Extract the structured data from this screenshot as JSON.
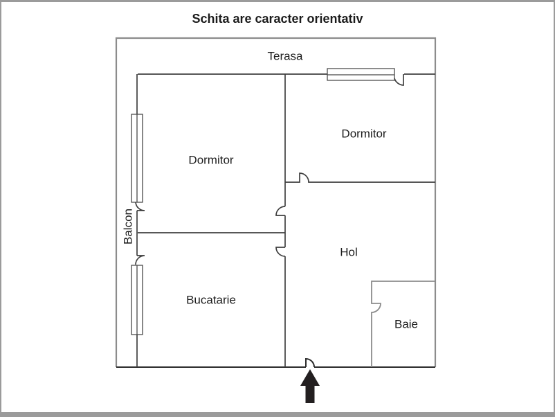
{
  "title": "Schita are caracter orientativ",
  "rooms": {
    "terasa": "Terasa",
    "dormitor_left": "Dormitor",
    "dormitor_right": "Dormitor",
    "balcon": "Balcon",
    "bucatarie": "Bucatarie",
    "hol": "Hol",
    "baie": "Baie"
  },
  "colors": {
    "wall_gray": "#8c8c8c",
    "wall_dark": "#3f3f3f",
    "wall_black": "#2b2b2b",
    "window_stroke": "#474747",
    "arrow": "#231f20",
    "text": "#1c1c1c",
    "frame": "#9b9b9b"
  }
}
